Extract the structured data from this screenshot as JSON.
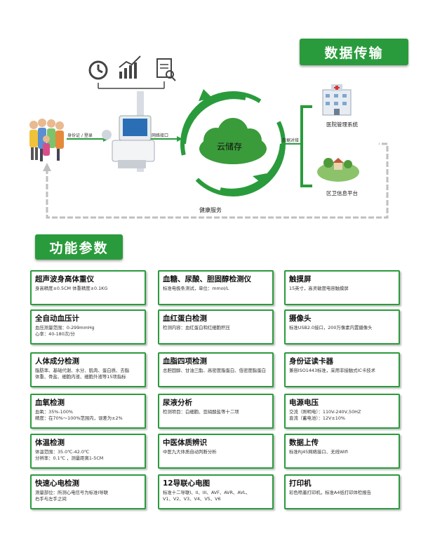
{
  "banners": {
    "data_transfer": "数据传输",
    "function_params": "功能参数"
  },
  "diagram": {
    "id_card_login": "身份证 / 登录",
    "network_port": "网络接口",
    "cloud_storage": "云储存",
    "data_docking": "数据对接",
    "hospital_system": "医院管理系统",
    "community_platform": "区卫信息平台",
    "health_service": "健康服务",
    "colors": {
      "green": "#2a9b3c",
      "gray_path": "#bfbfbf",
      "cloud": "#3a9b3a"
    },
    "icons": [
      "history-icon",
      "bar-chart-icon",
      "report-search-icon"
    ]
  },
  "cards": [
    {
      "title": "超声波身高体重仪",
      "lines": [
        "身高精度±0.5CM 体重精度±0.1KG"
      ]
    },
    {
      "title": "血糖、尿酸、胆固醇检测仪",
      "lines": [
        "标准电极条测试，单位：mmol/L"
      ]
    },
    {
      "title": "触摸屏",
      "lines": [
        "15英寸，高灵敏度电容触摸屏"
      ]
    },
    {
      "title": "全自动血压计",
      "lines": [
        "血压测量范围：0-299mmHg",
        "心率：40-180次/分"
      ]
    },
    {
      "title": "血红蛋白检测",
      "lines": [
        "检测内容：血红蛋白和红细胞积压"
      ]
    },
    {
      "title": "摄像头",
      "lines": [
        "标准USB2.0接口，200万像素内置摄像头"
      ]
    },
    {
      "title": "人体成分检测",
      "lines": [
        "脂肪率、基础代谢、水分、肌肉、蛋白质、去脂",
        "体重、骨盐、细胞内液、细胞外液等15项指标"
      ]
    },
    {
      "title": "血脂四项检测",
      "lines": [
        "总胆固醇、甘油三酯、高密度脂蛋白、低密度脂蛋白"
      ]
    },
    {
      "title": "身份证读卡器",
      "lines": [
        "兼容ISO1443标准，采用非接触式IC卡技术"
      ]
    },
    {
      "title": "血氧检测",
      "lines": [
        "血氧：35%-100%",
        "精度：在70%～100%范围内，误差为±2%"
      ]
    },
    {
      "title": "尿液分析",
      "lines": [
        "检测项目：白细胞、亚硝酸盐等十二项"
      ]
    },
    {
      "title": "电源电压",
      "lines": [
        "交流（照明电）：110V-240V,50HZ",
        "直流（蓄电池）：12V±10%"
      ]
    },
    {
      "title": "体温检测",
      "lines": [
        "体温范围：35.0℃-42.0℃",
        "分辨率：0.1℃ ，测量距离1-5CM"
      ]
    },
    {
      "title": "中医体质辨识",
      "lines": [
        "中医九大体质自动判断分析"
      ]
    },
    {
      "title": "数据上传",
      "lines": [
        "标准RJ45网络接口、无线Wifi"
      ]
    },
    {
      "title": "快速心电检测",
      "lines": [
        "测量部位：所测心电信号为标准I导联",
        "右手与左手之间"
      ]
    },
    {
      "title": "12导联心电图",
      "lines": [
        "标准十二导联I、II、III、AVF、AVR、AVL、",
        "V1、V2、V3、V4、V5、V6"
      ]
    },
    {
      "title": "打印机",
      "lines": [
        "彩色喷墨打印机，标准A4纸打印体检报告"
      ]
    }
  ]
}
